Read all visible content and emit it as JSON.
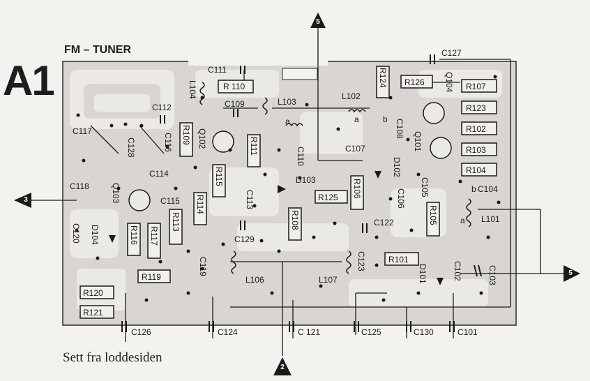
{
  "header": {
    "board_id": "A1",
    "title": "FM – TUNER"
  },
  "caption": "Sett fra loddesiden",
  "markers": [
    "5",
    "3",
    "2",
    "5"
  ],
  "components": {
    "resistors": [
      "R 110",
      "R126",
      "R107",
      "R123",
      "R102",
      "R103",
      "R104",
      "R124",
      "R109",
      "R111",
      "R115",
      "R114",
      "R113",
      "R116",
      "R117",
      "R119",
      "R120",
      "R121",
      "R125",
      "R106",
      "R108",
      "R105",
      "R101"
    ],
    "capacitors": [
      "C111",
      "C127",
      "C109",
      "C112",
      "C117",
      "C128",
      "C116",
      "C114",
      "C118",
      "C115",
      "C120",
      "C110",
      "C107",
      "C108",
      "C106",
      "C105",
      "C104",
      "C113",
      "C129",
      "C122",
      "C119",
      "C123",
      "C103",
      "C102",
      "C126",
      "C124",
      "C 121",
      "C125",
      "C130",
      "C101"
    ],
    "inductors": [
      "L104",
      "L103",
      "L102",
      "L106",
      "L107",
      "L101"
    ],
    "transistors": [
      "Q104",
      "Q102",
      "Q101",
      "Q103"
    ],
    "diodes": [
      "D102",
      "D103",
      "D104",
      "D101"
    ],
    "pin_letters": [
      "a",
      "b",
      "a",
      "b",
      "a"
    ]
  }
}
